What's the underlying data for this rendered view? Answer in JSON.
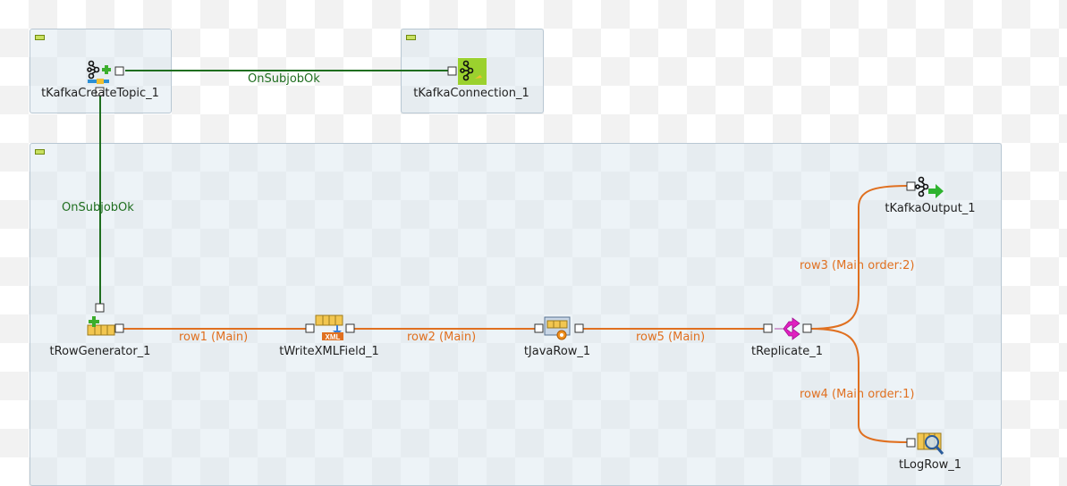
{
  "components": {
    "kafka_create_topic": "tKafkaCreateTopic_1",
    "kafka_connection": "tKafkaConnection_1",
    "row_generator": "tRowGenerator_1",
    "write_xml_field": "tWriteXMLField_1",
    "java_row": "tJavaRow_1",
    "replicate": "tReplicate_1",
    "kafka_output": "tKafkaOutput_1",
    "log_row": "tLogRow_1"
  },
  "links": {
    "onsubjobok_top": "OnSubjobOk",
    "onsubjobok_left": "OnSubjobOk",
    "row1": "row1 (Main)",
    "row2": "row2 (Main)",
    "row5": "row5 (Main)",
    "row3": "row3 (Main order:2)",
    "row4": "row4 (Main order:1)"
  },
  "icons": {
    "xml_badge": "XML"
  },
  "colors": {
    "trigger_link": "#1f6e1f",
    "main_link": "#e07020",
    "replicate_icon": "#e020c0",
    "subjob_fill": "#d6e4ee"
  }
}
